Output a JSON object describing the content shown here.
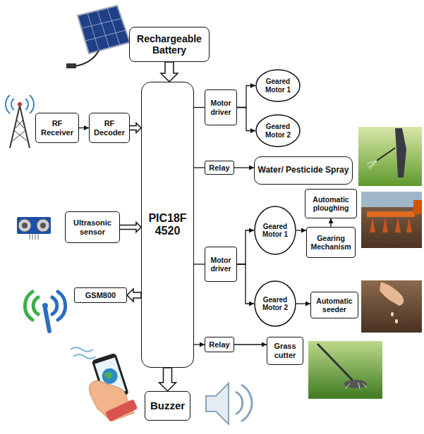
{
  "diagram": {
    "nodes": [
      {
        "text": [
          "Rechargeable Battery"
        ]
      },
      {
        "text": [
          "RF Receiver"
        ]
      },
      {
        "text": [
          "RF Decoder"
        ]
      },
      {
        "text": [
          "PIC18F 4520"
        ]
      },
      {
        "text": [
          "Motor driver"
        ]
      },
      {
        "text": [
          "Geared Motor 1"
        ]
      },
      {
        "text": [
          "Geared Motor 2"
        ]
      },
      {
        "text": [
          "Relay"
        ]
      },
      {
        "text": [
          "Water/ Pesticide Spray"
        ]
      },
      {
        "text": [
          "Automatic ploughing"
        ]
      },
      {
        "text": [
          "Ultrasonic sensor"
        ]
      },
      {
        "text": [
          "Geared Motor 1"
        ]
      },
      {
        "text": [
          "Gearing Mechanism"
        ]
      },
      {
        "text": [
          "Motor driver"
        ]
      },
      {
        "text": [
          "Geared Motor 2"
        ]
      },
      {
        "text": [
          "Automatic seeder"
        ]
      },
      {
        "text": [
          "GSM800"
        ]
      },
      {
        "text": [
          "Relay"
        ]
      },
      {
        "text": [
          "Grass cutter"
        ]
      },
      {
        "text": [
          "Buzzer"
        ]
      }
    ],
    "edges": [
      {
        "from": 0,
        "to": 3,
        "arrow": "to"
      },
      {
        "from": 1,
        "to": 2,
        "arrow": "to"
      },
      {
        "from": 2,
        "to": 3,
        "arrow": "to"
      },
      {
        "from": 10,
        "to": 3,
        "arrow": "to"
      },
      {
        "from": 3,
        "to": 16,
        "arrow": "to"
      },
      {
        "from": 3,
        "to": 19,
        "arrow": "to"
      },
      {
        "from": 3,
        "to": 4,
        "arrow": "none"
      },
      {
        "from": 4,
        "to": 5,
        "arrow": "to"
      },
      {
        "from": 4,
        "to": 6,
        "arrow": "to"
      },
      {
        "from": 3,
        "to": 7,
        "arrow": "none"
      },
      {
        "from": 7,
        "to": 8,
        "arrow": "to"
      },
      {
        "from": 3,
        "to": 13,
        "arrow": "none"
      },
      {
        "from": 13,
        "to": 11,
        "arrow": "to"
      },
      {
        "from": 13,
        "to": 14,
        "arrow": "to"
      },
      {
        "from": 11,
        "to": 12,
        "arrow": "to"
      },
      {
        "from": 12,
        "to": 9,
        "arrow": "to"
      },
      {
        "from": 14,
        "to": 15,
        "arrow": "to"
      },
      {
        "from": 3,
        "to": 17,
        "arrow": "to"
      },
      {
        "from": 17,
        "to": 18,
        "arrow": "to"
      }
    ]
  }
}
